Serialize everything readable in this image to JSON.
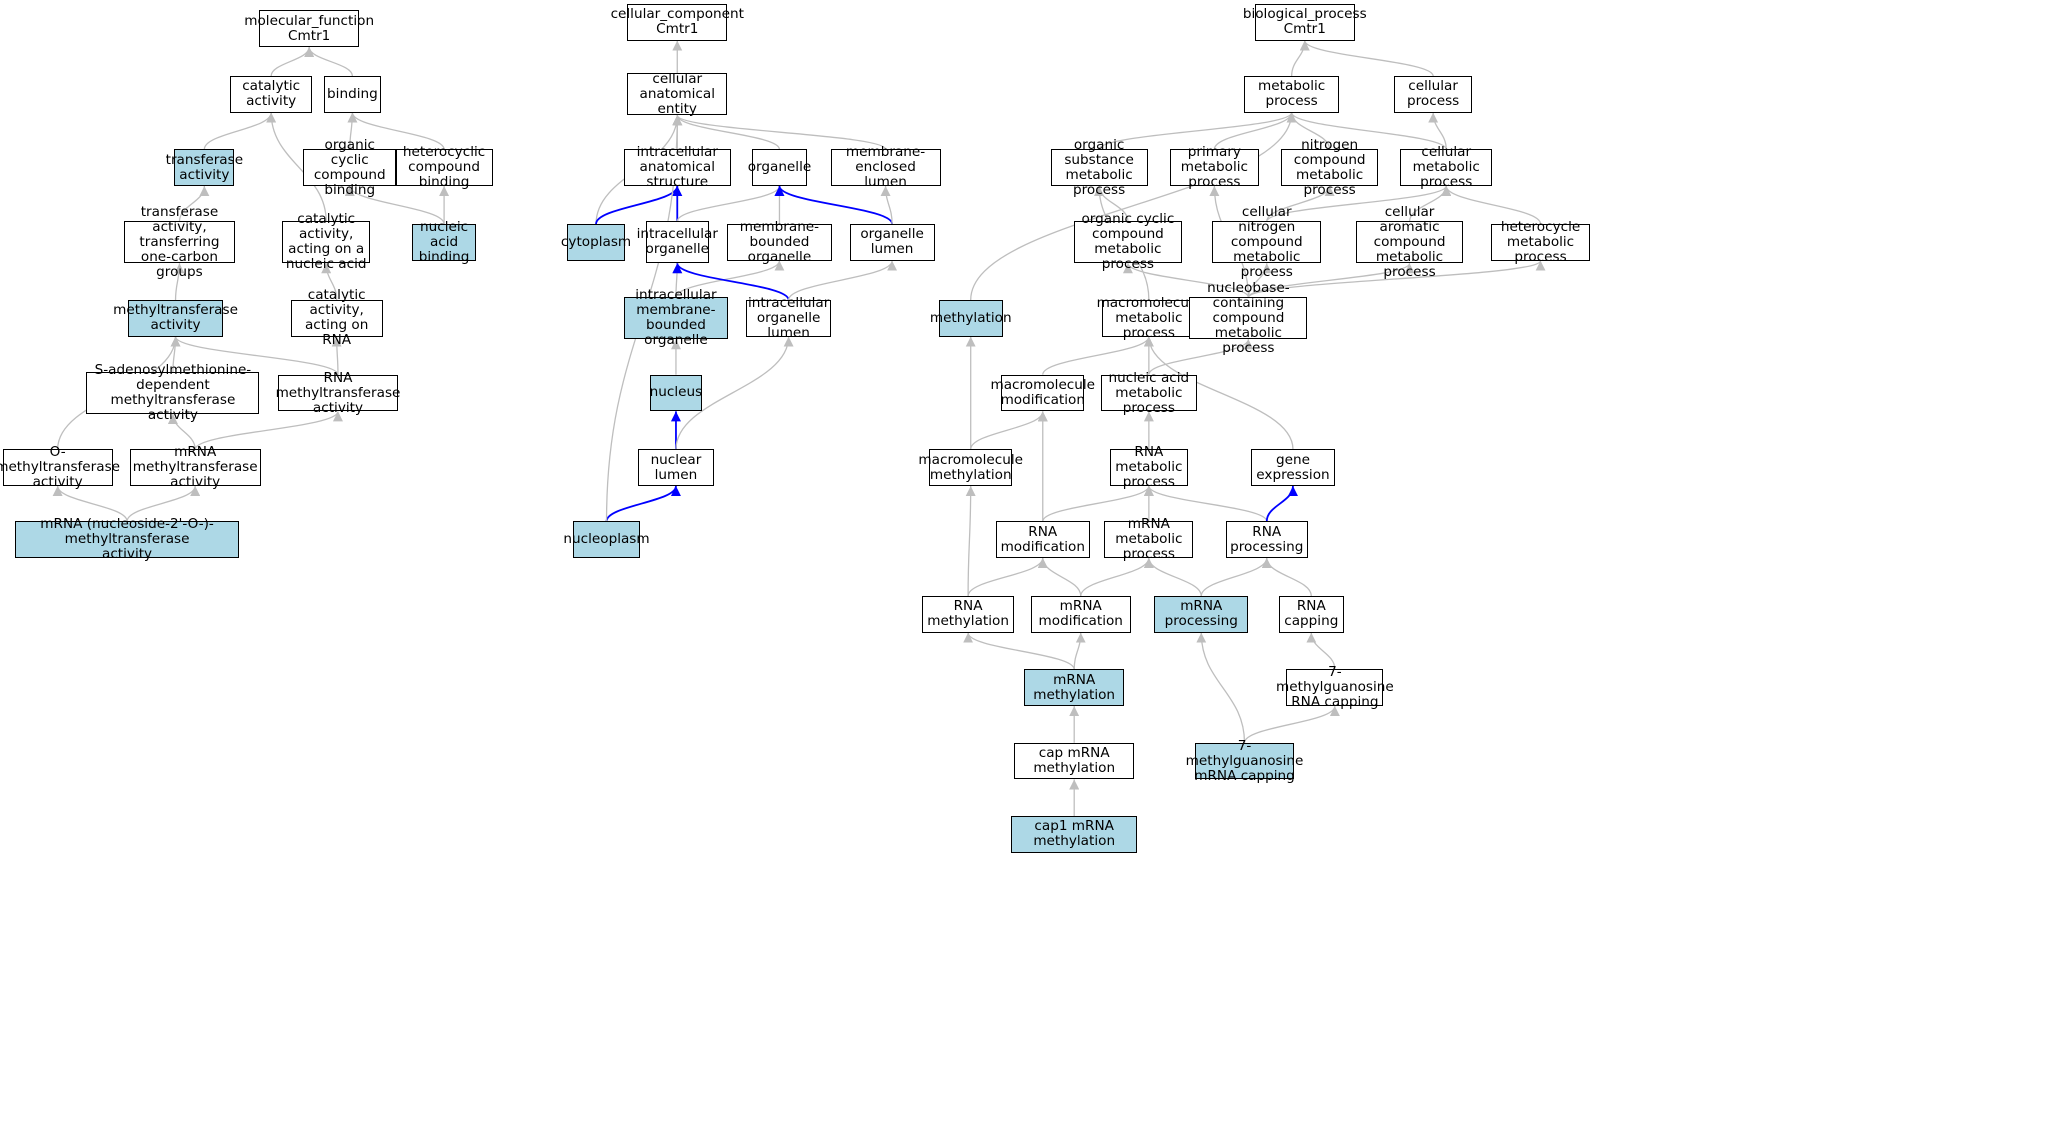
{
  "colors": {
    "highlight": "#add8e6",
    "node_fill": "#ffffff",
    "node_border": "#000000",
    "edge_default": "#bebebe",
    "edge_blue": "#0000ff"
  },
  "nodes": [
    {
      "id": "mf",
      "label": "molecular_function\nCmtr1",
      "highlight": false
    },
    {
      "id": "cat",
      "label": "catalytic activity",
      "highlight": false
    },
    {
      "id": "bind",
      "label": "binding",
      "highlight": false
    },
    {
      "id": "trans",
      "label": "transferase\nactivity",
      "highlight": true
    },
    {
      "id": "occb",
      "label": "organic cyclic\ncompound binding",
      "highlight": false
    },
    {
      "id": "hcb",
      "label": "heterocyclic\ncompound binding",
      "highlight": false
    },
    {
      "id": "tac",
      "label": "transferase\nactivity, transferring\none-carbon groups",
      "highlight": false
    },
    {
      "id": "cana",
      "label": "catalytic activity,\nacting on a\nnucleic acid",
      "highlight": false
    },
    {
      "id": "nab",
      "label": "nucleic acid\nbinding",
      "highlight": true
    },
    {
      "id": "mta",
      "label": "methyltransferase\nactivity",
      "highlight": true
    },
    {
      "id": "carna",
      "label": "catalytic activity,\nacting on RNA",
      "highlight": false
    },
    {
      "id": "sam",
      "label": "S-adenosylmethionine-dependent\nmethyltransferase\nactivity",
      "highlight": false
    },
    {
      "id": "rnamt",
      "label": "RNA methyltransferase\nactivity",
      "highlight": false
    },
    {
      "id": "omt",
      "label": "O-methyltransferase\nactivity",
      "highlight": false
    },
    {
      "id": "mrnamt",
      "label": "mRNA methyltransferase\nactivity",
      "highlight": false
    },
    {
      "id": "mrna2o",
      "label": "mRNA (nucleoside-2'-O-)-methyltransferase\nactivity",
      "highlight": true
    },
    {
      "id": "cc",
      "label": "cellular_component\nCmtr1",
      "highlight": false
    },
    {
      "id": "cae",
      "label": "cellular anatomical\nentity",
      "highlight": false
    },
    {
      "id": "ias",
      "label": "intracellular\nanatomical structure",
      "highlight": false
    },
    {
      "id": "org",
      "label": "organelle",
      "highlight": false
    },
    {
      "id": "mel",
      "label": "membrane-enclosed\nlumen",
      "highlight": false
    },
    {
      "id": "cyto",
      "label": "cytoplasm",
      "highlight": true
    },
    {
      "id": "io",
      "label": "intracellular\norganelle",
      "highlight": false
    },
    {
      "id": "mbo",
      "label": "membrane-bounded\norganelle",
      "highlight": false
    },
    {
      "id": "ol",
      "label": "organelle lumen",
      "highlight": false
    },
    {
      "id": "imbo",
      "label": "intracellular\nmembrane-bounded\norganelle",
      "highlight": true
    },
    {
      "id": "iol",
      "label": "intracellular\norganelle lumen",
      "highlight": false
    },
    {
      "id": "nuc",
      "label": "nucleus",
      "highlight": true
    },
    {
      "id": "nl",
      "label": "nuclear lumen",
      "highlight": false
    },
    {
      "id": "np",
      "label": "nucleoplasm",
      "highlight": true
    },
    {
      "id": "bp",
      "label": "biological_process\nCmtr1",
      "highlight": false
    },
    {
      "id": "mp",
      "label": "metabolic process",
      "highlight": false
    },
    {
      "id": "cp",
      "label": "cellular process",
      "highlight": false
    },
    {
      "id": "osmp",
      "label": "organic substance\nmetabolic process",
      "highlight": false
    },
    {
      "id": "pmp",
      "label": "primary metabolic\nprocess",
      "highlight": false
    },
    {
      "id": "ncmp",
      "label": "nitrogen compound\nmetabolic process",
      "highlight": false
    },
    {
      "id": "cmp",
      "label": "cellular metabolic\nprocess",
      "highlight": false
    },
    {
      "id": "occmp",
      "label": "organic cyclic\ncompound metabolic\nprocess",
      "highlight": false
    },
    {
      "id": "cncmp",
      "label": "cellular nitrogen\ncompound metabolic\nprocess",
      "highlight": false
    },
    {
      "id": "cacmp",
      "label": "cellular aromatic\ncompound metabolic\nprocess",
      "highlight": false
    },
    {
      "id": "hmp",
      "label": "heterocycle\nmetabolic process",
      "highlight": false
    },
    {
      "id": "meth",
      "label": "methylation",
      "highlight": true
    },
    {
      "id": "mmp",
      "label": "macromolecule\nmetabolic process",
      "highlight": false
    },
    {
      "id": "nbcmp",
      "label": "nucleobase-containing\ncompound metabolic\nprocess",
      "highlight": false
    },
    {
      "id": "mm",
      "label": "macromolecule\nmodification",
      "highlight": false
    },
    {
      "id": "namp",
      "label": "nucleic acid\nmetabolic process",
      "highlight": false
    },
    {
      "id": "mmeth",
      "label": "macromolecule\nmethylation",
      "highlight": false
    },
    {
      "id": "rmp",
      "label": "RNA metabolic\nprocess",
      "highlight": false
    },
    {
      "id": "ge",
      "label": "gene expression",
      "highlight": false
    },
    {
      "id": "rmod",
      "label": "RNA modification",
      "highlight": false
    },
    {
      "id": "mrmp",
      "label": "mRNA metabolic\nprocess",
      "highlight": false
    },
    {
      "id": "rproc",
      "label": "RNA processing",
      "highlight": false
    },
    {
      "id": "rmeth",
      "label": "RNA methylation",
      "highlight": false
    },
    {
      "id": "mrmod",
      "label": "mRNA modification",
      "highlight": false
    },
    {
      "id": "mrproc",
      "label": "mRNA processing",
      "highlight": true
    },
    {
      "id": "rcap",
      "label": "RNA capping",
      "highlight": false
    },
    {
      "id": "mrmeth",
      "label": "mRNA methylation",
      "highlight": true
    },
    {
      "id": "m7rcap",
      "label": "7-methylguanosine\nRNA capping",
      "highlight": false
    },
    {
      "id": "m7mcap",
      "label": "7-methylguanosine\nmRNA capping",
      "highlight": true
    },
    {
      "id": "capmm",
      "label": "cap mRNA methylation",
      "highlight": false
    },
    {
      "id": "cap1",
      "label": "cap1 mRNA methylation",
      "highlight": true
    }
  ],
  "edges": [
    {
      "from": "cat",
      "to": "mf",
      "color": "gray"
    },
    {
      "from": "bind",
      "to": "mf",
      "color": "gray"
    },
    {
      "from": "trans",
      "to": "cat",
      "color": "gray"
    },
    {
      "from": "cana",
      "to": "cat",
      "color": "gray"
    },
    {
      "from": "occb",
      "to": "bind",
      "color": "gray"
    },
    {
      "from": "hcb",
      "to": "bind",
      "color": "gray"
    },
    {
      "from": "tac",
      "to": "trans",
      "color": "gray"
    },
    {
      "from": "nab",
      "to": "occb",
      "color": "gray"
    },
    {
      "from": "nab",
      "to": "hcb",
      "color": "gray"
    },
    {
      "from": "mta",
      "to": "tac",
      "color": "gray"
    },
    {
      "from": "carna",
      "to": "cana",
      "color": "gray"
    },
    {
      "from": "sam",
      "to": "mta",
      "color": "gray"
    },
    {
      "from": "rnamt",
      "to": "mta",
      "color": "gray"
    },
    {
      "from": "rnamt",
      "to": "carna",
      "color": "gray"
    },
    {
      "from": "omt",
      "to": "mta",
      "color": "gray"
    },
    {
      "from": "mrnamt",
      "to": "sam",
      "color": "gray"
    },
    {
      "from": "mrnamt",
      "to": "rnamt",
      "color": "gray"
    },
    {
      "from": "mrna2o",
      "to": "omt",
      "color": "gray"
    },
    {
      "from": "mrna2o",
      "to": "mrnamt",
      "color": "gray"
    },
    {
      "from": "cae",
      "to": "cc",
      "color": "gray"
    },
    {
      "from": "ias",
      "to": "cae",
      "color": "gray"
    },
    {
      "from": "org",
      "to": "cae",
      "color": "gray"
    },
    {
      "from": "mel",
      "to": "cae",
      "color": "gray"
    },
    {
      "from": "cyto",
      "to": "cae",
      "color": "gray"
    },
    {
      "from": "cyto",
      "to": "ias",
      "color": "blue"
    },
    {
      "from": "io",
      "to": "ias",
      "color": "blue"
    },
    {
      "from": "io",
      "to": "org",
      "color": "gray"
    },
    {
      "from": "mbo",
      "to": "org",
      "color": "gray"
    },
    {
      "from": "ol",
      "to": "org",
      "color": "blue"
    },
    {
      "from": "ol",
      "to": "mel",
      "color": "gray"
    },
    {
      "from": "imbo",
      "to": "io",
      "color": "gray"
    },
    {
      "from": "imbo",
      "to": "mbo",
      "color": "gray"
    },
    {
      "from": "iol",
      "to": "io",
      "color": "blue"
    },
    {
      "from": "iol",
      "to": "ol",
      "color": "gray"
    },
    {
      "from": "nuc",
      "to": "imbo",
      "color": "gray"
    },
    {
      "from": "nl",
      "to": "nuc",
      "color": "blue"
    },
    {
      "from": "nl",
      "to": "iol",
      "color": "gray"
    },
    {
      "from": "np",
      "to": "nl",
      "color": "blue"
    },
    {
      "from": "np",
      "to": "cae",
      "color": "gray"
    },
    {
      "from": "mp",
      "to": "bp",
      "color": "gray"
    },
    {
      "from": "cp",
      "to": "bp",
      "color": "gray"
    },
    {
      "from": "osmp",
      "to": "mp",
      "color": "gray"
    },
    {
      "from": "pmp",
      "to": "mp",
      "color": "gray"
    },
    {
      "from": "ncmp",
      "to": "mp",
      "color": "gray"
    },
    {
      "from": "cmp",
      "to": "mp",
      "color": "gray"
    },
    {
      "from": "cmp",
      "to": "cp",
      "color": "gray"
    },
    {
      "from": "meth",
      "to": "mp",
      "color": "gray"
    },
    {
      "from": "occmp",
      "to": "osmp",
      "color": "gray"
    },
    {
      "from": "cncmp",
      "to": "ncmp",
      "color": "gray"
    },
    {
      "from": "cncmp",
      "to": "cmp",
      "color": "gray"
    },
    {
      "from": "cacmp",
      "to": "cmp",
      "color": "gray"
    },
    {
      "from": "hmp",
      "to": "cmp",
      "color": "gray"
    },
    {
      "from": "mmp",
      "to": "osmp",
      "color": "gray"
    },
    {
      "from": "nbcmp",
      "to": "pmp",
      "color": "gray"
    },
    {
      "from": "nbcmp",
      "to": "occmp",
      "color": "gray"
    },
    {
      "from": "nbcmp",
      "to": "cncmp",
      "color": "gray"
    },
    {
      "from": "nbcmp",
      "to": "cacmp",
      "color": "gray"
    },
    {
      "from": "nbcmp",
      "to": "hmp",
      "color": "gray"
    },
    {
      "from": "mm",
      "to": "mmp",
      "color": "gray"
    },
    {
      "from": "namp",
      "to": "mmp",
      "color": "gray"
    },
    {
      "from": "namp",
      "to": "nbcmp",
      "color": "gray"
    },
    {
      "from": "mmeth",
      "to": "meth",
      "color": "gray"
    },
    {
      "from": "mmeth",
      "to": "mm",
      "color": "gray"
    },
    {
      "from": "rmp",
      "to": "namp",
      "color": "gray"
    },
    {
      "from": "ge",
      "to": "mmp",
      "color": "gray"
    },
    {
      "from": "rmod",
      "to": "rmp",
      "color": "gray"
    },
    {
      "from": "rmod",
      "to": "mm",
      "color": "gray"
    },
    {
      "from": "mrmp",
      "to": "rmp",
      "color": "gray"
    },
    {
      "from": "rproc",
      "to": "rmp",
      "color": "gray"
    },
    {
      "from": "rproc",
      "to": "ge",
      "color": "blue"
    },
    {
      "from": "rmeth",
      "to": "rmod",
      "color": "gray"
    },
    {
      "from": "rmeth",
      "to": "mmeth",
      "color": "gray"
    },
    {
      "from": "mrmod",
      "to": "rmod",
      "color": "gray"
    },
    {
      "from": "mrmod",
      "to": "mrmp",
      "color": "gray"
    },
    {
      "from": "mrproc",
      "to": "mrmp",
      "color": "gray"
    },
    {
      "from": "mrproc",
      "to": "rproc",
      "color": "gray"
    },
    {
      "from": "rcap",
      "to": "rproc",
      "color": "gray"
    },
    {
      "from": "mrmeth",
      "to": "rmeth",
      "color": "gray"
    },
    {
      "from": "mrmeth",
      "to": "mrmod",
      "color": "gray"
    },
    {
      "from": "m7rcap",
      "to": "rcap",
      "color": "gray"
    },
    {
      "from": "m7mcap",
      "to": "mrproc",
      "color": "gray"
    },
    {
      "from": "m7mcap",
      "to": "m7rcap",
      "color": "gray"
    },
    {
      "from": "capmm",
      "to": "mrmeth",
      "color": "gray"
    },
    {
      "from": "cap1",
      "to": "capmm",
      "color": "gray"
    }
  ]
}
